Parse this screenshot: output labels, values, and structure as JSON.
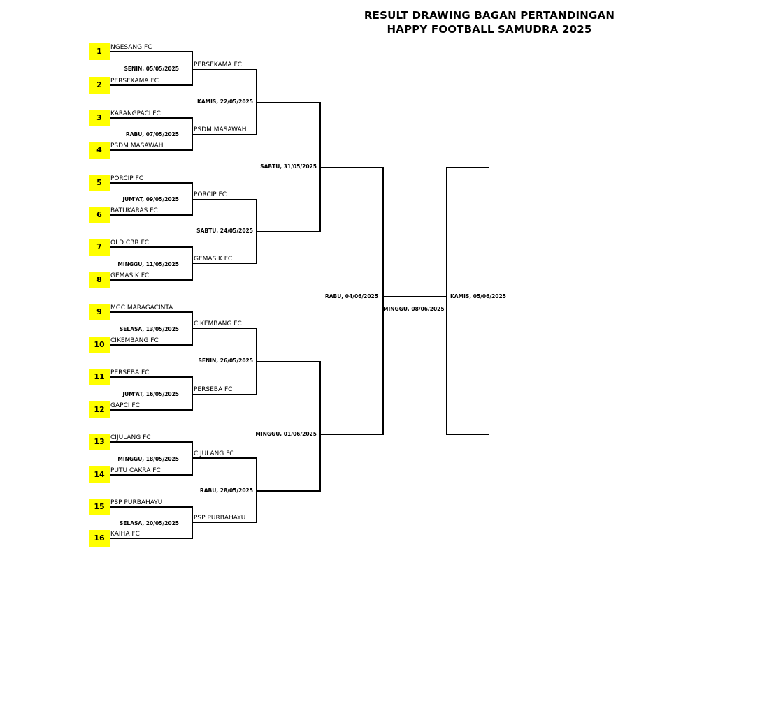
{
  "title": {
    "line1": "RESULT DRAWING BAGAN PERTANDINGAN",
    "line2": "HAPPY FOOTBALL SAMUDRA 2025"
  },
  "round1": [
    {
      "seed": "1",
      "team": "NGESANG FC"
    },
    {
      "seed": "2",
      "team": "PERSEKAMA FC"
    },
    {
      "seed": "3",
      "team": "KARANGPACI FC"
    },
    {
      "seed": "4",
      "team": "PSDM MASAWAH"
    },
    {
      "seed": "5",
      "team": "PORCIP FC"
    },
    {
      "seed": "6",
      "team": "BATUKARAS FC"
    },
    {
      "seed": "7",
      "team": "OLD CBR FC"
    },
    {
      "seed": "8",
      "team": "GEMASIK FC"
    },
    {
      "seed": "9",
      "team": "MGC MARAGACINTA"
    },
    {
      "seed": "10",
      "team": "CIKEMBANG FC"
    },
    {
      "seed": "11",
      "team": "PERSEBA FC"
    },
    {
      "seed": "12",
      "team": "GAPCI FC"
    },
    {
      "seed": "13",
      "team": "CIJULANG FC"
    },
    {
      "seed": "14",
      "team": "PUTU CAKRA FC"
    },
    {
      "seed": "15",
      "team": "PSP PURBAHAYU"
    },
    {
      "seed": "16",
      "team": "KAIHA FC"
    }
  ],
  "round1_dates": [
    "SENIN, 05/05/2025",
    "RABU, 07/05/2025",
    "JUM'AT, 09/05/2025",
    "MINGGU, 11/05/2025",
    "SELASA, 13/05/2025",
    "JUM'AT, 16/05/2025",
    "MINGGU, 18/05/2025",
    "SELASA, 20/05/2025"
  ],
  "round2_teams": [
    "PERSEKAMA FC",
    "PSDM MASAWAH",
    "PORCIP FC",
    "GEMASIK FC",
    "CIKEMBANG FC",
    "PERSEBA FC",
    "CIJULANG FC",
    "PSP PURBAHAYU"
  ],
  "round2_dates": [
    "KAMIS, 22/05/2025",
    "SABTU, 24/05/2025",
    "SENIN, 26/05/2025",
    "RABU, 28/05/2025"
  ],
  "round3_dates": [
    "SABTU, 31/05/2025",
    "MINGGU, 01/06/2025"
  ],
  "round4_date": "RABU, 04/06/2025",
  "round4_date_alt": "MINGGU, 08/06/2025",
  "final_date": "KAMIS, 05/06/2025"
}
